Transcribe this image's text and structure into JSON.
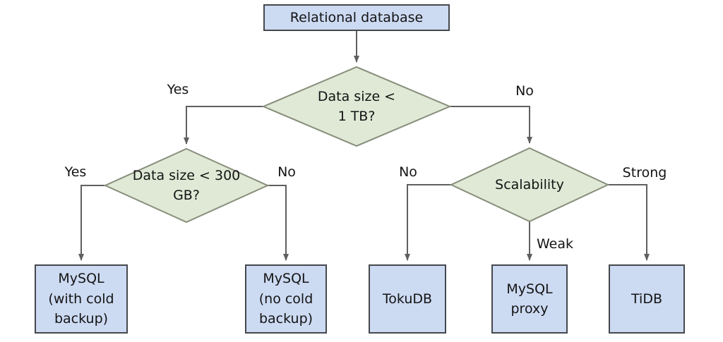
{
  "diagram": {
    "root": {
      "label": "Relational database"
    },
    "decisions": [
      {
        "id": "data-size-1tb",
        "label": "Data size <\n1 TB?"
      },
      {
        "id": "data-size-300gb",
        "label": "Data size < 300\nGB?"
      },
      {
        "id": "scalability",
        "label": "Scalability"
      }
    ],
    "outcomes": [
      {
        "id": "mysql-with-cold-backup",
        "label": "MySQL\n(with cold\nbackup)"
      },
      {
        "id": "mysql-no-cold-backup",
        "label": "MySQL\n(no cold\nbackup)"
      },
      {
        "id": "tokudb",
        "label": "TokuDB"
      },
      {
        "id": "mysql-proxy",
        "label": "MySQL\nproxy"
      },
      {
        "id": "tidb",
        "label": "TiDB"
      }
    ],
    "edge_labels": [
      {
        "id": "d1-yes",
        "label": "Yes"
      },
      {
        "id": "d1-no",
        "label": "No"
      },
      {
        "id": "d2-yes",
        "label": "Yes"
      },
      {
        "id": "d2-no",
        "label": "No"
      },
      {
        "id": "d3-no",
        "label": "No"
      },
      {
        "id": "d3-weak",
        "label": "Weak"
      },
      {
        "id": "d3-strong",
        "label": "Strong"
      }
    ]
  },
  "colors": {
    "background": "#ffffff",
    "process_fill": "#ccdaf2",
    "process_border": "#45484d",
    "decision_fill": "#dfe9d6",
    "decision_border": "#878e7b",
    "connector": "#5f5f5f",
    "text": "#141414"
  }
}
